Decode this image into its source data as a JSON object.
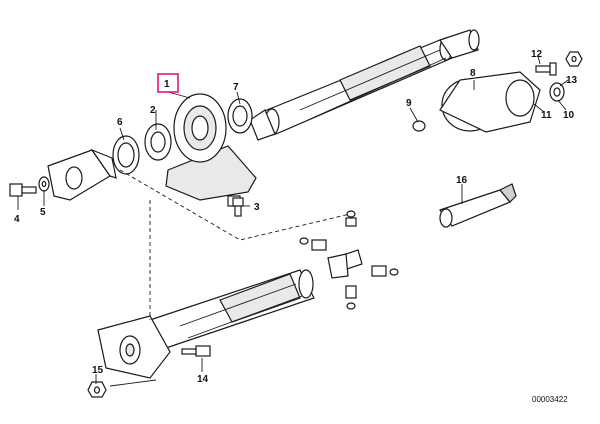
{
  "diagram": {
    "callouts": [
      {
        "id": "c1",
        "text": "1",
        "highlighted": true
      },
      {
        "id": "c2",
        "text": "2"
      },
      {
        "id": "c3",
        "text": "3"
      },
      {
        "id": "c4",
        "text": "4"
      },
      {
        "id": "c5",
        "text": "5"
      },
      {
        "id": "c6",
        "text": "6"
      },
      {
        "id": "c7",
        "text": "7"
      },
      {
        "id": "c8",
        "text": "8"
      },
      {
        "id": "c9",
        "text": "9"
      },
      {
        "id": "c10",
        "text": "10"
      },
      {
        "id": "c11",
        "text": "11"
      },
      {
        "id": "c12",
        "text": "12"
      },
      {
        "id": "c13",
        "text": "13"
      },
      {
        "id": "c14",
        "text": "14"
      },
      {
        "id": "c15",
        "text": "15"
      },
      {
        "id": "c16",
        "text": "16"
      }
    ],
    "document_number": "00003422",
    "highlight_color": "#e0197d"
  }
}
